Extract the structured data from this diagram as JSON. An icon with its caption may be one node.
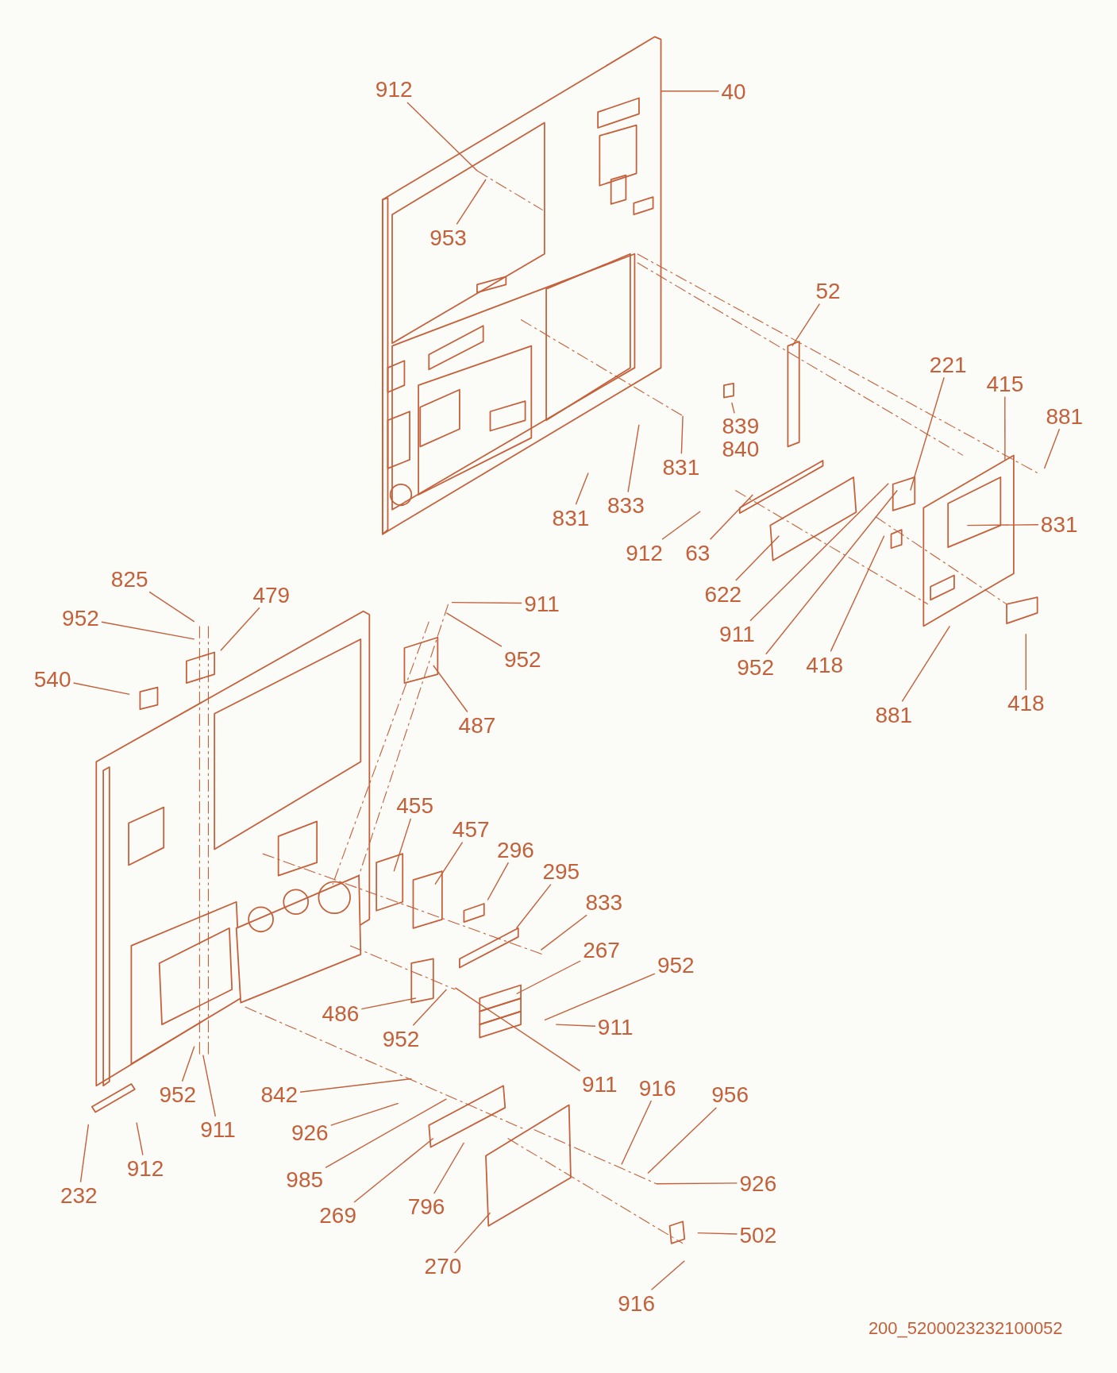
{
  "diagram": {
    "nodes": [
      {
        "text": [
          "912"
        ]
      },
      {
        "text": [
          "953"
        ]
      },
      {
        "text": [
          "40"
        ]
      },
      {
        "text": [
          "52"
        ]
      },
      {
        "text": [
          "221"
        ]
      },
      {
        "text": [
          "415"
        ]
      },
      {
        "text": [
          "881"
        ]
      },
      {
        "text": [
          "839",
          "840"
        ]
      },
      {
        "text": [
          "831"
        ]
      },
      {
        "text": [
          "833"
        ]
      },
      {
        "text": [
          "831"
        ]
      },
      {
        "text": [
          "831"
        ]
      },
      {
        "text": [
          "912"
        ]
      },
      {
        "text": [
          "63"
        ]
      },
      {
        "text": [
          "622"
        ]
      },
      {
        "text": [
          "911"
        ]
      },
      {
        "text": [
          "952"
        ]
      },
      {
        "text": [
          "418"
        ]
      },
      {
        "text": [
          "418"
        ]
      },
      {
        "text": [
          "881"
        ]
      },
      {
        "text": [
          "825"
        ]
      },
      {
        "text": [
          "479"
        ]
      },
      {
        "text": [
          "952"
        ]
      },
      {
        "text": [
          "540"
        ]
      },
      {
        "text": [
          "911"
        ]
      },
      {
        "text": [
          "952"
        ]
      },
      {
        "text": [
          "487"
        ]
      },
      {
        "text": [
          "455"
        ]
      },
      {
        "text": [
          "457"
        ]
      },
      {
        "text": [
          "296"
        ]
      },
      {
        "text": [
          "295"
        ]
      },
      {
        "text": [
          "833"
        ]
      },
      {
        "text": [
          "267"
        ]
      },
      {
        "text": [
          "952"
        ]
      },
      {
        "text": [
          "911"
        ]
      },
      {
        "text": [
          "486"
        ]
      },
      {
        "text": [
          "952"
        ]
      },
      {
        "text": [
          "911"
        ]
      },
      {
        "text": [
          "952"
        ]
      },
      {
        "text": [
          "911"
        ]
      },
      {
        "text": [
          "842"
        ]
      },
      {
        "text": [
          "916"
        ]
      },
      {
        "text": [
          "956"
        ]
      },
      {
        "text": [
          "926"
        ]
      },
      {
        "text": [
          "985"
        ]
      },
      {
        "text": [
          "926"
        ]
      },
      {
        "text": [
          "232"
        ]
      },
      {
        "text": [
          "912"
        ]
      },
      {
        "text": [
          "269"
        ]
      },
      {
        "text": [
          "796"
        ]
      },
      {
        "text": [
          "502"
        ]
      },
      {
        "text": [
          "270"
        ]
      },
      {
        "text": [
          "916"
        ]
      }
    ],
    "edges": [
      {
        "from": 0,
        "to": null,
        "arrow": "none"
      },
      {
        "from": 1,
        "to": null,
        "arrow": "none"
      },
      {
        "from": 2,
        "to": null,
        "arrow": "none"
      },
      {
        "from": 3,
        "to": null,
        "arrow": "none"
      },
      {
        "from": 4,
        "to": null,
        "arrow": "none"
      },
      {
        "from": 5,
        "to": null,
        "arrow": "none"
      },
      {
        "from": 6,
        "to": null,
        "arrow": "none"
      },
      {
        "from": 7,
        "to": null,
        "arrow": "none"
      },
      {
        "from": 8,
        "to": null,
        "arrow": "none"
      },
      {
        "from": 9,
        "to": null,
        "arrow": "none"
      },
      {
        "from": 10,
        "to": null,
        "arrow": "none"
      },
      {
        "from": 11,
        "to": null,
        "arrow": "none"
      },
      {
        "from": 12,
        "to": null,
        "arrow": "none"
      },
      {
        "from": 13,
        "to": null,
        "arrow": "none"
      },
      {
        "from": 14,
        "to": null,
        "arrow": "none"
      },
      {
        "from": 15,
        "to": null,
        "arrow": "none"
      },
      {
        "from": 16,
        "to": null,
        "arrow": "none"
      },
      {
        "from": 17,
        "to": null,
        "arrow": "none"
      },
      {
        "from": 18,
        "to": null,
        "arrow": "none"
      },
      {
        "from": 19,
        "to": null,
        "arrow": "none"
      },
      {
        "from": 20,
        "to": null,
        "arrow": "none"
      },
      {
        "from": 21,
        "to": null,
        "arrow": "none"
      },
      {
        "from": 22,
        "to": null,
        "arrow": "none"
      },
      {
        "from": 23,
        "to": null,
        "arrow": "none"
      },
      {
        "from": 24,
        "to": null,
        "arrow": "none"
      },
      {
        "from": 25,
        "to": null,
        "arrow": "none"
      },
      {
        "from": 26,
        "to": null,
        "arrow": "none"
      },
      {
        "from": 27,
        "to": null,
        "arrow": "none"
      },
      {
        "from": 28,
        "to": null,
        "arrow": "none"
      },
      {
        "from": 29,
        "to": null,
        "arrow": "none"
      },
      {
        "from": 30,
        "to": null,
        "arrow": "none"
      },
      {
        "from": 31,
        "to": null,
        "arrow": "none"
      },
      {
        "from": 32,
        "to": null,
        "arrow": "none"
      },
      {
        "from": 33,
        "to": null,
        "arrow": "none"
      },
      {
        "from": 34,
        "to": null,
        "arrow": "none"
      },
      {
        "from": 35,
        "to": null,
        "arrow": "none"
      },
      {
        "from": 36,
        "to": null,
        "arrow": "none"
      },
      {
        "from": 37,
        "to": null,
        "arrow": "none"
      },
      {
        "from": 38,
        "to": null,
        "arrow": "none"
      },
      {
        "from": 39,
        "to": null,
        "arrow": "none"
      },
      {
        "from": 40,
        "to": null,
        "arrow": "none"
      },
      {
        "from": 41,
        "to": null,
        "arrow": "none"
      },
      {
        "from": 42,
        "to": null,
        "arrow": "none"
      },
      {
        "from": 43,
        "to": null,
        "arrow": "none"
      },
      {
        "from": 44,
        "to": null,
        "arrow": "none"
      },
      {
        "from": 45,
        "to": null,
        "arrow": "none"
      },
      {
        "from": 46,
        "to": null,
        "arrow": "none"
      },
      {
        "from": 47,
        "to": null,
        "arrow": "none"
      },
      {
        "from": 48,
        "to": null,
        "arrow": "none"
      },
      {
        "from": 49,
        "to": null,
        "arrow": "none"
      },
      {
        "from": 50,
        "to": null,
        "arrow": "none"
      },
      {
        "from": 51,
        "to": null,
        "arrow": "none"
      },
      {
        "from": 52,
        "to": null,
        "arrow": "none"
      }
    ],
    "labels": [
      "200_5200023232100052"
    ]
  }
}
